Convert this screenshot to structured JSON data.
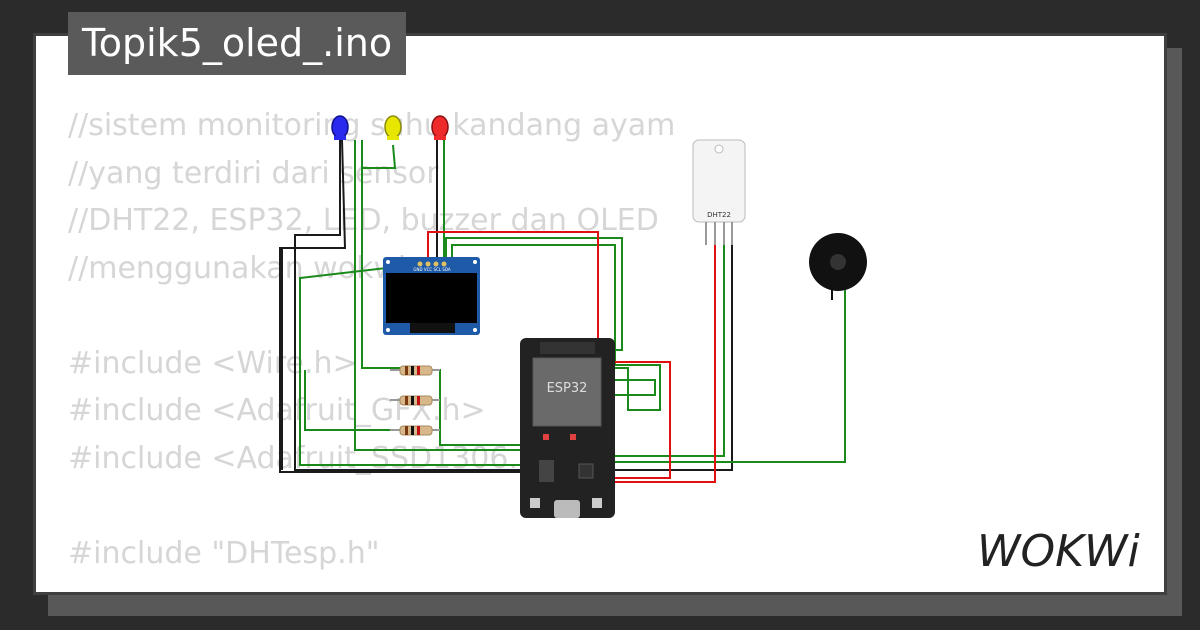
{
  "title": "Topik5_oled_.ino",
  "code_lines": [
    "//sistem monitoring suhu kandang ayam",
    "//yang terdiri dari sensor",
    "//DHT22, ESP32, LED, buzzer dan OLED",
    "//menggunakan wokwi",
    "",
    "#include <Wire.h>",
    "#include <Adafruit_GFX.h>",
    "#include <Adafruit_SSD1306.h>",
    "",
    "#include \"DHTesp.h\""
  ],
  "components": {
    "oled_pins": "GND VCC SCL SDA",
    "esp32_label": "ESP32",
    "dht_label": "DHT22"
  },
  "colors": {
    "wire_black": "#1a1a1a",
    "wire_green": "#1a8a1a",
    "wire_red": "#e01010",
    "led_blue": "#2a2aee",
    "led_yellow": "#e6e600",
    "led_red": "#ee2a2a"
  },
  "logo_text": "WOKWi"
}
